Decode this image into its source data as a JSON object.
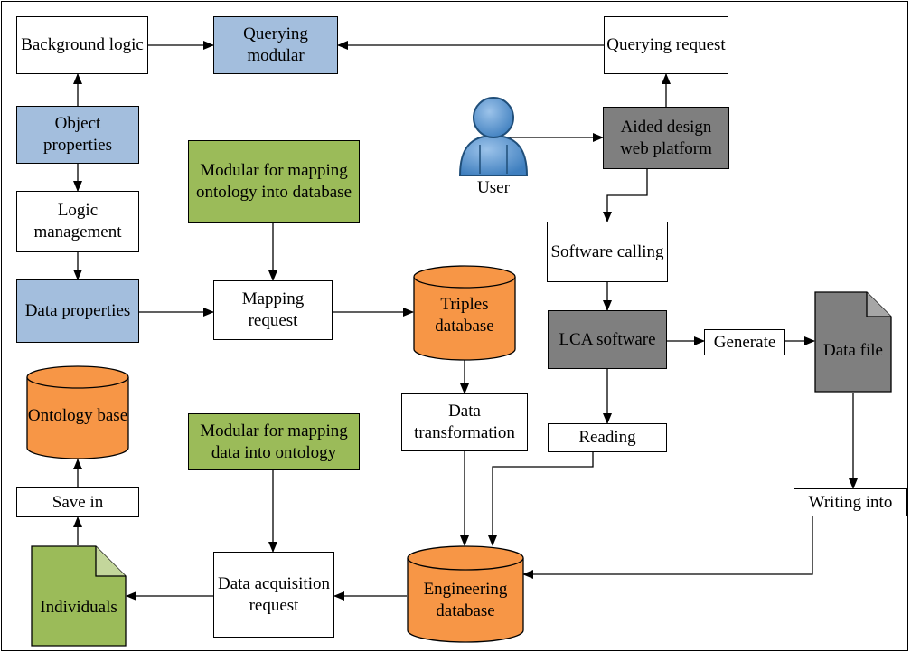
{
  "nodes": {
    "background_logic": "Background logic",
    "querying_modular": "Querying modular",
    "querying_request": "Querying request",
    "object_properties": "Object properties",
    "logic_management": "Logic management",
    "data_properties": "Data properties",
    "modular_mapping_ontology_db": "Modular for mapping ontology into database",
    "mapping_request": "Mapping request",
    "triples_database": "Triples database",
    "user": "User",
    "aided_design_platform": "Aided design web platform",
    "software_calling": "Software calling",
    "lca_software": "LCA software",
    "generate": "Generate",
    "data_file": "Data file",
    "data_transformation": "Data transformation",
    "reading": "Reading",
    "ontology_base": "Ontology base",
    "modular_mapping_data_ontology": "Modular for mapping data into ontology",
    "save_in": "Save in",
    "writing_into": "Writing into",
    "individuals": "Individuals",
    "data_acquisition_request": "Data acquisition request",
    "engineering_database": "Engineering database"
  },
  "colors": {
    "blue": "#a3bedd",
    "green": "#9bbb59",
    "gray": "#7f7f7f",
    "orange": "#f79646",
    "user_blue": "#5b9bd5"
  }
}
